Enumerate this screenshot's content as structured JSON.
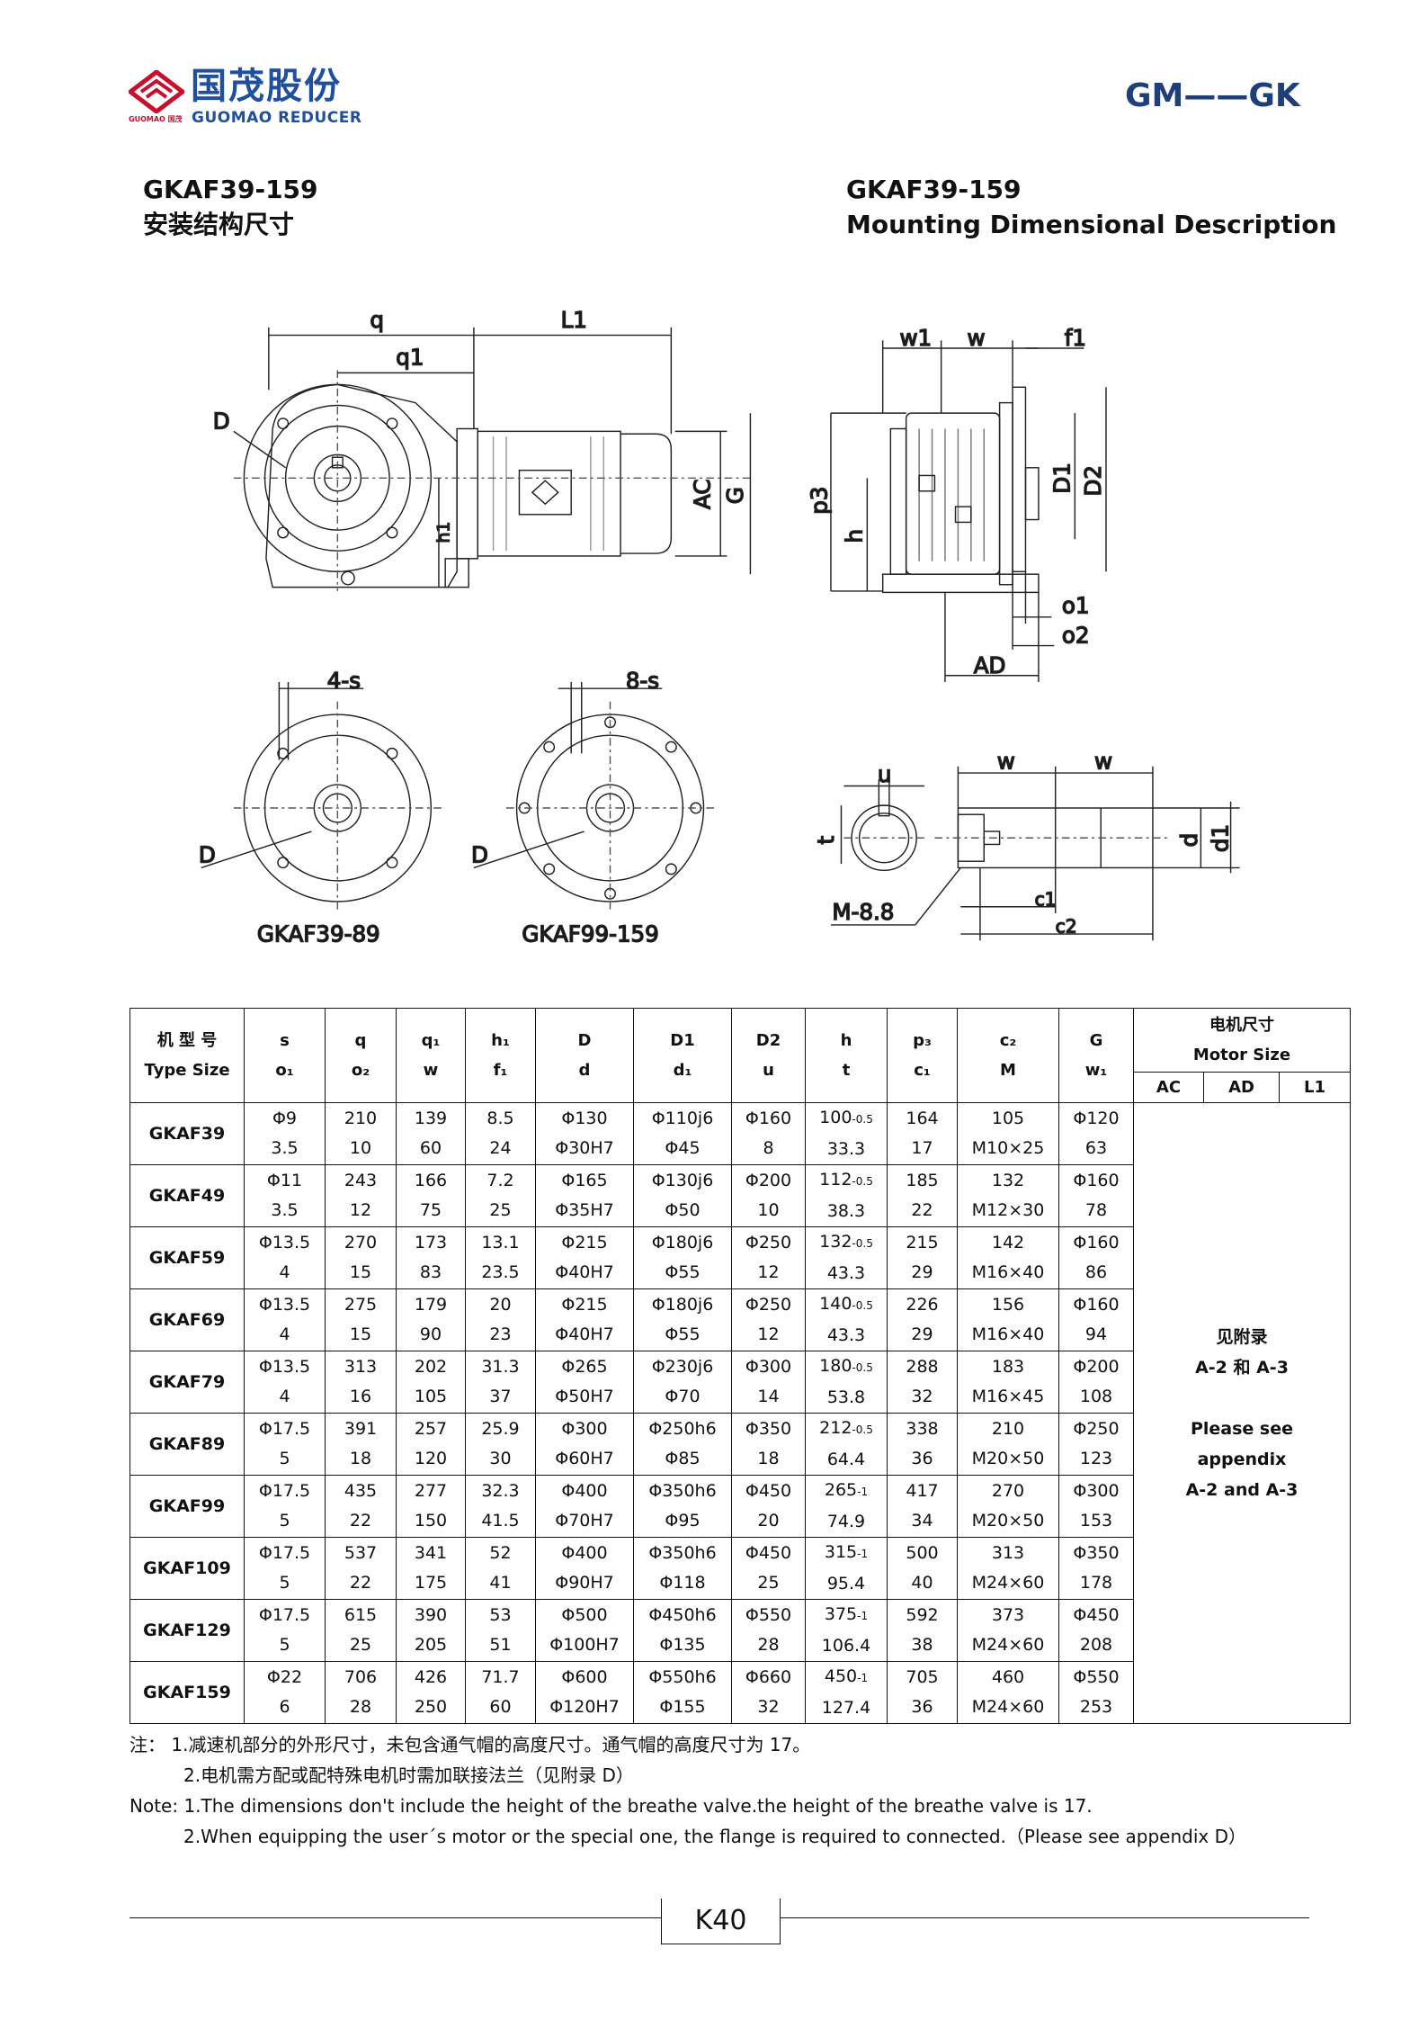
{
  "header": {
    "logo_cn": "国茂股份",
    "logo_en": "GUOMAO REDUCER",
    "logo_small": "GUOMAO 国茂",
    "series": "GM——GK",
    "brand_red": "#c8102e",
    "brand_blue": "#1f4fa0"
  },
  "titles": {
    "left_model": "GKAF39-159",
    "left_cn": "安装结构尺寸",
    "right_model": "GKAF39-159",
    "right_en": "Mounting Dimensional Description"
  },
  "drawing_labels": {
    "q": "q",
    "q1": "q1",
    "L1": "L1",
    "D": "D",
    "AC": "AC",
    "G": "G",
    "h1": "h1",
    "w1": "w1",
    "w": "w",
    "f1": "f1",
    "D1": "D1",
    "D2": "D2",
    "p3": "p3",
    "h": "h",
    "o1": "o1",
    "o2": "o2",
    "AD": "AD",
    "four_s": "4-s",
    "eight_s": "8-s",
    "flange_small": "GKAF39-89",
    "flange_large": "GKAF99-159",
    "u": "u",
    "t": "t",
    "M": "M-8.8",
    "d": "d",
    "d1": "d1",
    "c1": "c1",
    "c2": "c2"
  },
  "table": {
    "type_cn": "机 型 号",
    "type_en": "Type Size",
    "col_top": [
      "s",
      "q",
      "q₁",
      "h₁",
      "D",
      "D1",
      "D2",
      "h",
      "p₃",
      "c₂",
      "G"
    ],
    "col_bottom": [
      "o₁",
      "o₂",
      "w",
      "f₁",
      "d",
      "d₁",
      "u",
      "t",
      "c₁",
      "M",
      "w₁"
    ],
    "motor_cn": "电机尺寸",
    "motor_en": "Motor Size",
    "motor_cols": [
      "AC",
      "AD",
      "L1"
    ],
    "motor_note": [
      "见附录",
      "A-2 和 A-3",
      "",
      "Please see",
      "appendix",
      "A-2 and A-3"
    ],
    "rows": [
      {
        "type": "GKAF39",
        "top": [
          "Φ9",
          "210",
          "139",
          "8.5",
          "Φ130",
          "Φ110j6",
          "Φ160",
          "100",
          "164",
          "105",
          "Φ120"
        ],
        "tol": "-0.5",
        "bottom": [
          "3.5",
          "10",
          "60",
          "24",
          "Φ30H7",
          "Φ45",
          "8",
          "33.3",
          "17",
          "M10×25",
          "63"
        ]
      },
      {
        "type": "GKAF49",
        "top": [
          "Φ11",
          "243",
          "166",
          "7.2",
          "Φ165",
          "Φ130j6",
          "Φ200",
          "112",
          "185",
          "132",
          "Φ160"
        ],
        "tol": "-0.5",
        "bottom": [
          "3.5",
          "12",
          "75",
          "25",
          "Φ35H7",
          "Φ50",
          "10",
          "38.3",
          "22",
          "M12×30",
          "78"
        ]
      },
      {
        "type": "GKAF59",
        "top": [
          "Φ13.5",
          "270",
          "173",
          "13.1",
          "Φ215",
          "Φ180j6",
          "Φ250",
          "132",
          "215",
          "142",
          "Φ160"
        ],
        "tol": "-0.5",
        "bottom": [
          "4",
          "15",
          "83",
          "23.5",
          "Φ40H7",
          "Φ55",
          "12",
          "43.3",
          "29",
          "M16×40",
          "86"
        ]
      },
      {
        "type": "GKAF69",
        "top": [
          "Φ13.5",
          "275",
          "179",
          "20",
          "Φ215",
          "Φ180j6",
          "Φ250",
          "140",
          "226",
          "156",
          "Φ160"
        ],
        "tol": "-0.5",
        "bottom": [
          "4",
          "15",
          "90",
          "23",
          "Φ40H7",
          "Φ55",
          "12",
          "43.3",
          "29",
          "M16×40",
          "94"
        ]
      },
      {
        "type": "GKAF79",
        "top": [
          "Φ13.5",
          "313",
          "202",
          "31.3",
          "Φ265",
          "Φ230j6",
          "Φ300",
          "180",
          "288",
          "183",
          "Φ200"
        ],
        "tol": "-0.5",
        "bottom": [
          "4",
          "16",
          "105",
          "37",
          "Φ50H7",
          "Φ70",
          "14",
          "53.8",
          "32",
          "M16×45",
          "108"
        ]
      },
      {
        "type": "GKAF89",
        "top": [
          "Φ17.5",
          "391",
          "257",
          "25.9",
          "Φ300",
          "Φ250h6",
          "Φ350",
          "212",
          "338",
          "210",
          "Φ250"
        ],
        "tol": "-0.5",
        "bottom": [
          "5",
          "18",
          "120",
          "30",
          "Φ60H7",
          "Φ85",
          "18",
          "64.4",
          "36",
          "M20×50",
          "123"
        ]
      },
      {
        "type": "GKAF99",
        "top": [
          "Φ17.5",
          "435",
          "277",
          "32.3",
          "Φ400",
          "Φ350h6",
          "Φ450",
          "265",
          "417",
          "270",
          "Φ300"
        ],
        "tol": "-1",
        "bottom": [
          "5",
          "22",
          "150",
          "41.5",
          "Φ70H7",
          "Φ95",
          "20",
          "74.9",
          "34",
          "M20×50",
          "153"
        ]
      },
      {
        "type": "GKAF109",
        "top": [
          "Φ17.5",
          "537",
          "341",
          "52",
          "Φ400",
          "Φ350h6",
          "Φ450",
          "315",
          "500",
          "313",
          "Φ350"
        ],
        "tol": "-1",
        "bottom": [
          "5",
          "22",
          "175",
          "41",
          "Φ90H7",
          "Φ118",
          "25",
          "95.4",
          "40",
          "M24×60",
          "178"
        ]
      },
      {
        "type": "GKAF129",
        "top": [
          "Φ17.5",
          "615",
          "390",
          "53",
          "Φ500",
          "Φ450h6",
          "Φ550",
          "375",
          "592",
          "373",
          "Φ450"
        ],
        "tol": "-1",
        "bottom": [
          "5",
          "25",
          "205",
          "51",
          "Φ100H7",
          "Φ135",
          "28",
          "106.4",
          "38",
          "M24×60",
          "208"
        ]
      },
      {
        "type": "GKAF159",
        "top": [
          "Φ22",
          "706",
          "426",
          "71.7",
          "Φ600",
          "Φ550h6",
          "Φ660",
          "450",
          "705",
          "460",
          "Φ550"
        ],
        "tol": "-1",
        "bottom": [
          "6",
          "28",
          "250",
          "60",
          "Φ120H7",
          "Φ155",
          "32",
          "127.4",
          "36",
          "M24×60",
          "253"
        ]
      }
    ]
  },
  "notes": {
    "cn1": "注：    1.减速机部分的外形尺寸，未包含通气帽的高度尺寸。通气帽的高度尺寸为 17。",
    "cn2": "2.电机需方配或配特殊电机时需加联接法兰（见附录 D）",
    "en1": "Note: 1.The dimensions don't include the height of the breathe valve.the height of the breathe valve is 17.",
    "en2": "2.When equipping the user´s motor or the special one, the flange is required to connected.（Please see appendix D）"
  },
  "footer": {
    "page": "K40"
  }
}
